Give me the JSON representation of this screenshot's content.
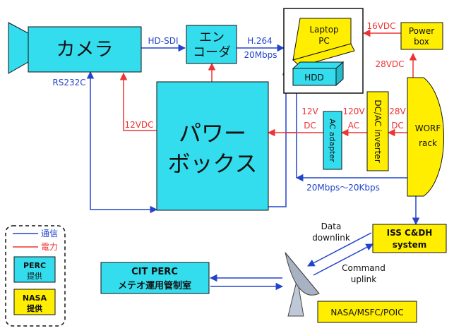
{
  "nodes": {
    "camera": "カメラ",
    "encoder_line1": "エン",
    "encoder_line2": "コーダ",
    "power_box_jp_line1": "パワー",
    "power_box_jp_line2": "ボックス",
    "laptop_line1": "Laptop",
    "laptop_line2": "PC",
    "hdd": "HDD",
    "power_box_en_line1": "Power",
    "power_box_en_line2": "box",
    "ac_adapter": "AC adapter",
    "dcac_inverter": "DC/AC inverter",
    "worf_line1": "WORF",
    "worf_line2": "rack",
    "iss_line1": "ISS C&DH",
    "iss_line2": "system",
    "cit_line1": "CIT PERC",
    "cit_line2": "メテオ運用管制室",
    "nasa_ground": "NASA/MSFC/POIC"
  },
  "edge_labels": {
    "hd_sdi": "HD-SDI",
    "h264": "H.264",
    "h264_rate": "20Mbps",
    "rs232c": "RS232C",
    "v12_left": "12VDC",
    "v16": "16VDC",
    "v28_top": "28VDC",
    "v12_line1": "12V",
    "v12_line2": "DC",
    "v120_line1": "120V",
    "v120_line2": "AC",
    "v28_line1": "28V",
    "v28_line2": "DC",
    "datarate": "20Mbps～20Kbps",
    "downlink_line1": "Data",
    "downlink_line2": "downlink",
    "uplink_line1": "Command",
    "uplink_line2": "uplink"
  },
  "legend": {
    "comm": "通信",
    "power": "電力",
    "perc_line1": "PERC",
    "perc_line2": "提供",
    "nasa_line1": "NASA",
    "nasa_line2": "提供"
  },
  "colors": {
    "perc_fill": "#33ddee",
    "nasa_fill": "#ffee00",
    "comm_line": "#2244cc",
    "power_line": "#ee3333"
  }
}
